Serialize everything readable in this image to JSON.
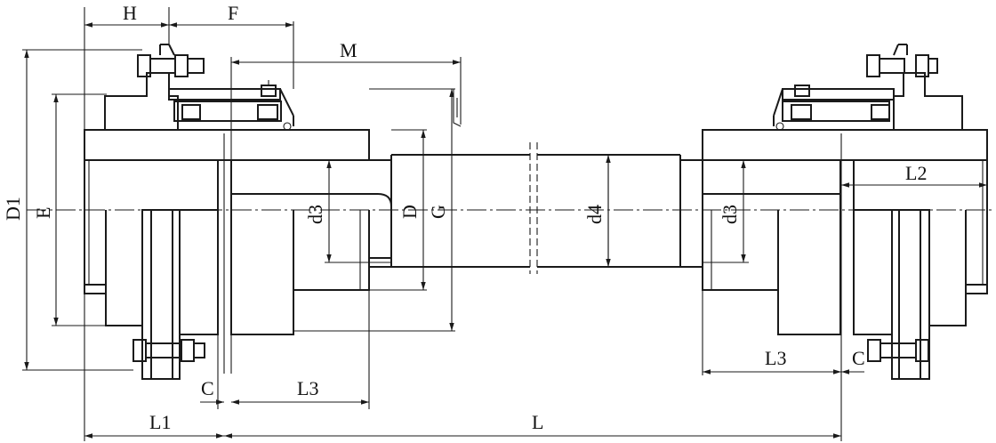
{
  "drawing": {
    "labels": {
      "H": "H",
      "F": "F",
      "M": "M",
      "D1": "D1",
      "E": "E",
      "d3_left": "d3",
      "D": "D",
      "G": "G",
      "d4": "d4",
      "d3_right": "d3",
      "L2": "L2",
      "L3_right": "L3",
      "C_right": "C",
      "C_left": "C",
      "L3_left": "L3",
      "L1": "L1",
      "L": "L"
    }
  }
}
